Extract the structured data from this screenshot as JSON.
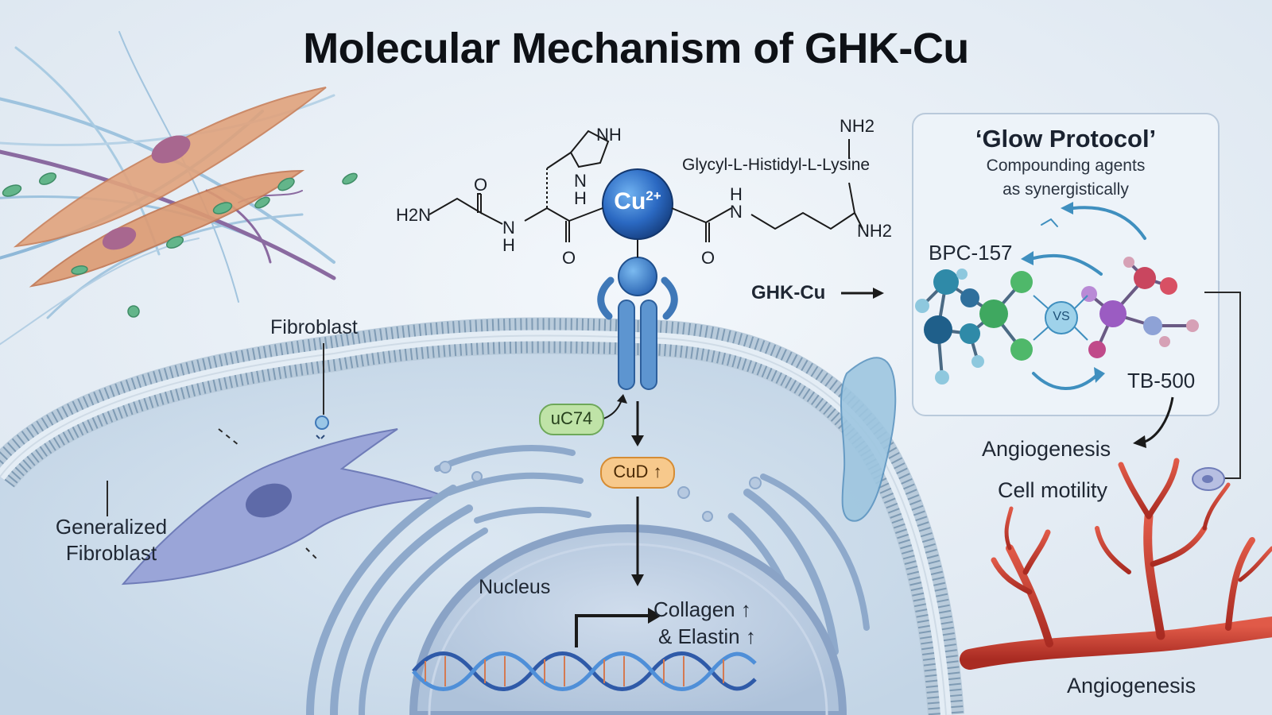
{
  "title": "Molecular Mechanism of GHK-Cu",
  "molecule": {
    "metal_label": "Cu",
    "metal_charge": "2+",
    "name": "Glycyl-L-Histidyl-L-Lysine",
    "atoms": {
      "h2n_left": "H2N",
      "nh_ring_top": "NH",
      "h_ring": "H",
      "n_ring": "N",
      "o_left_top": "O",
      "n_left": "N",
      "h_left": "H",
      "o_mid": "O",
      "h_right": "H",
      "n_right": "N",
      "o_right": "O",
      "nh2_top": "NH2",
      "nh2_right": "NH2"
    }
  },
  "panel": {
    "title": "‘Glow Protocol’",
    "subtitle_line1": "Compounding agents",
    "subtitle_line2": "as synergistically",
    "left_agent": "BPC-157",
    "right_agent": "TB-500",
    "vs_label": "VS"
  },
  "labels": {
    "ghk_cu": "GHK-Cu",
    "angiogenesis_top": "Angiogenesis",
    "cell_motility": "Cell motility",
    "angiogenesis_bottom": "Angiogenesis",
    "fibroblast": "Fibroblast",
    "generalized_line1": "Generalized",
    "generalized_line2": "Fibroblast",
    "nucleus": "Nucleus",
    "collagen": "Collagen",
    "elastin": "& Elastin",
    "uc74": "uC74",
    "cud": "CuD"
  },
  "colors": {
    "background": "#e7eef6",
    "membrane": "#9bb6cc",
    "receptor": "#3f78b8",
    "copper": "#2b69c2",
    "vessel": "#c33a30",
    "fibroblast_orange": "#d9906a",
    "fibroblast_blue": "#8c97cf"
  }
}
